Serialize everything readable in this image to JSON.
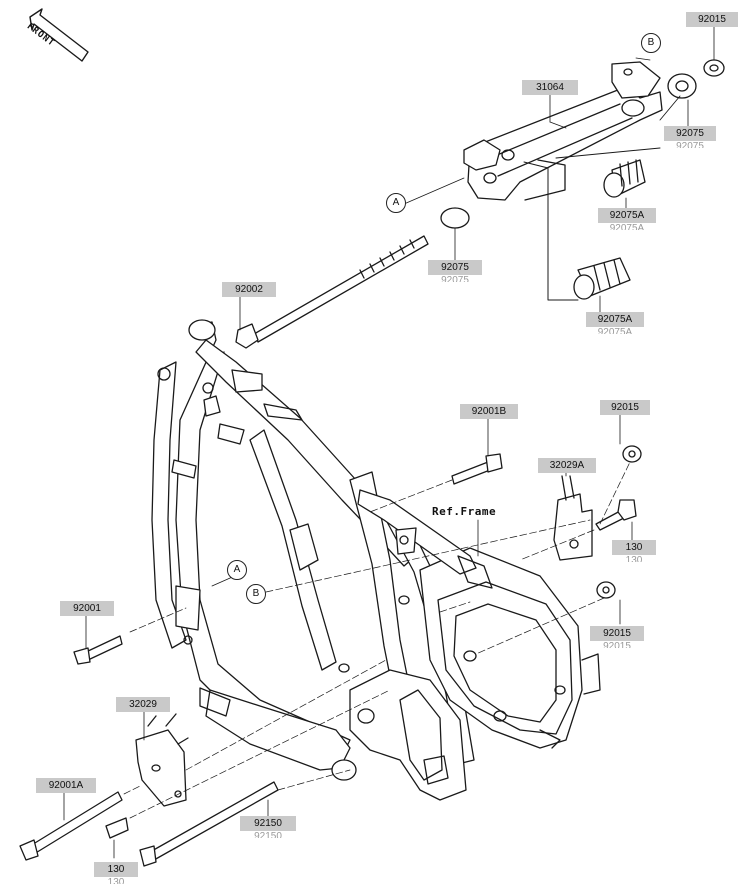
{
  "diagram": {
    "front_marker": "FRONT",
    "reference_label": "Ref.Frame",
    "callouts": {
      "a": "A",
      "b": "B"
    },
    "parts": {
      "p92015_top": "92015",
      "p31064": "31064",
      "p92075_right": "92075",
      "p92075A_upper": "92075A",
      "p92075_left": "92075",
      "p92075A_lower": "92075A",
      "p92002": "92002",
      "p92001B": "92001B",
      "p92015_mid": "92015",
      "p32029A": "32029A",
      "p130_right": "130",
      "p92015_low": "92015",
      "p92001": "92001",
      "p32029": "32029",
      "p92001A": "92001A",
      "p92150": "92150",
      "p130_left": "130"
    }
  }
}
